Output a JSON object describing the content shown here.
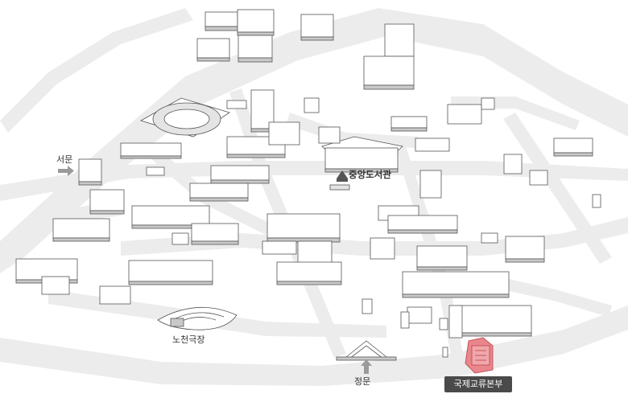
{
  "labels": {
    "west_gate": "서문",
    "central_library": "중앙도서관",
    "open_air_theater": "노천극장",
    "main_gate": "정문",
    "highlight_tag": "국제교류본부"
  },
  "colors": {
    "background": "#ffffff",
    "road": "#ececec",
    "building_fill": "#ffffff",
    "building_stroke": "#555555",
    "building_shade": "#c9c9c9",
    "highlight": "#e8868c",
    "highlight_stroke": "#c44d55",
    "tag_bg": "#4a4a4a",
    "arrow": "#9a9a9a"
  },
  "icons": {
    "west_gate_arrow": "right-arrow-icon",
    "main_gate_arrow": "up-arrow-icon",
    "highlight_pin": "highlight-building"
  }
}
